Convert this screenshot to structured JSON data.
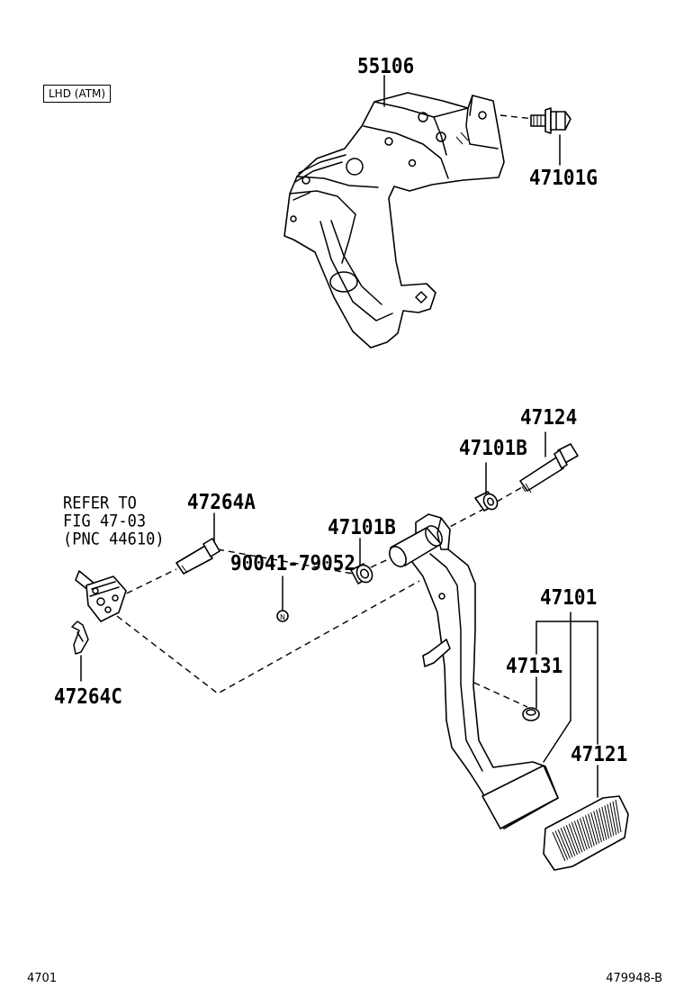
{
  "header": {
    "variant_tag": "LHD (ATM)"
  },
  "callouts": {
    "bracket": "55106",
    "bolt_top": "47101G",
    "pin": "47124",
    "bush_b_right": "47101B",
    "bush_b_left": "47101B",
    "pin_a": "47264A",
    "clip_c": "47264C",
    "nut_part": "90041-79052",
    "pedal_assy": "47101",
    "stopper": "47131",
    "pad": "47121"
  },
  "reference_note": {
    "line1": "REFER TO",
    "line2": "FIG 47-03",
    "line3": "(PNC 44610)"
  },
  "footer": {
    "figure_no": "4701",
    "illustration_id": "479948-B"
  },
  "icons": [
    "pedal-bracket",
    "flange-bolt",
    "pedal-pin",
    "bushing",
    "clevis-pin",
    "clip",
    "nut-marker",
    "brake-pedal",
    "pedal-pad"
  ]
}
